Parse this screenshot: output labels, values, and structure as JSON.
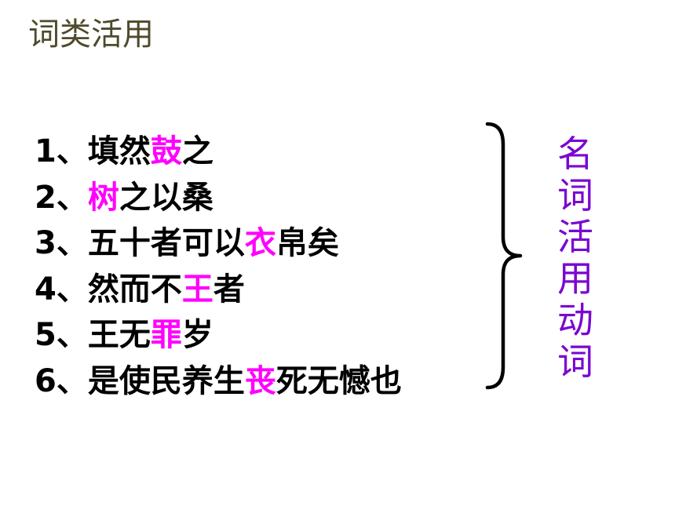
{
  "slide": {
    "title": "词类活用",
    "side_label_chars": [
      "名",
      "词",
      "活",
      "用",
      "动",
      "词"
    ],
    "highlight_color": "#ff00ff",
    "label_color": "#7a06d1",
    "title_color": "#4e4a2b"
  },
  "examples": [
    {
      "prefix": "1、填然",
      "highlight": "鼓",
      "suffix": "之"
    },
    {
      "prefix": "2、",
      "highlight": "树",
      "suffix": "之以桑"
    },
    {
      "prefix": "3、五十者可以",
      "highlight": "衣",
      "suffix": "帛矣"
    },
    {
      "prefix": "4、然而不",
      "highlight": "王",
      "suffix": "者"
    },
    {
      "prefix": "5、王无",
      "highlight": "罪",
      "suffix": "岁"
    },
    {
      "prefix": "6、是使民养生",
      "highlight": "丧",
      "suffix": "死无憾也"
    }
  ]
}
